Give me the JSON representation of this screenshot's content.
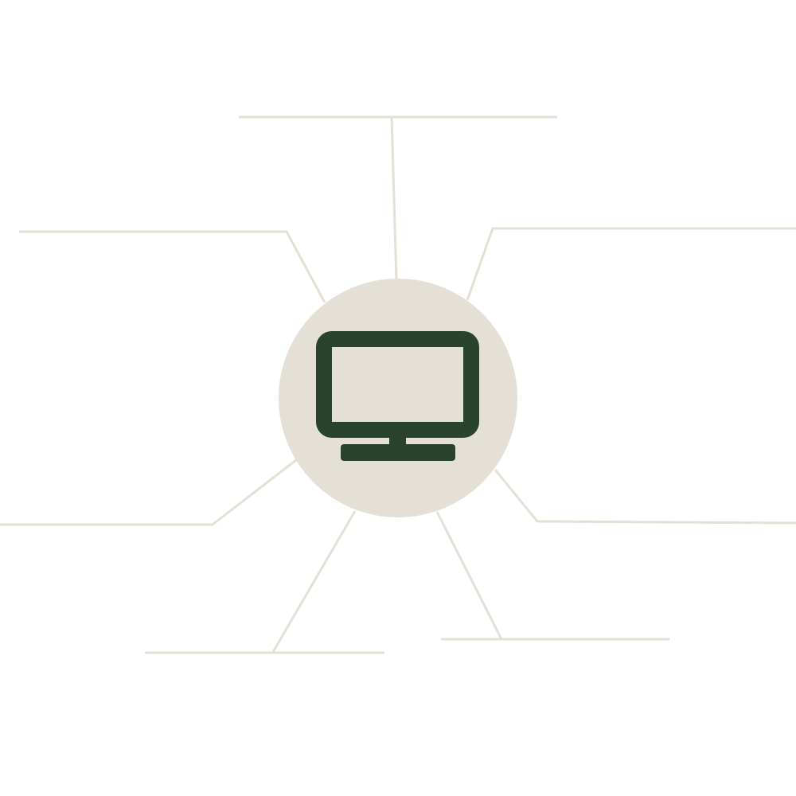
{
  "diagram": {
    "type": "mind-map",
    "center_icon": "monitor-icon",
    "branch_count": 6,
    "branches": [
      {
        "id": "top",
        "label": ""
      },
      {
        "id": "upper-left",
        "label": ""
      },
      {
        "id": "upper-right",
        "label": ""
      },
      {
        "id": "lower-left",
        "label": ""
      },
      {
        "id": "lower-right",
        "label": ""
      },
      {
        "id": "bottom-left",
        "label": ""
      },
      {
        "id": "bottom-right",
        "label": ""
      }
    ]
  },
  "colors": {
    "background": "#ffffff",
    "connector": "#e5e0d6",
    "hub_fill": "#e5e0d6",
    "icon": "#2a432c"
  }
}
